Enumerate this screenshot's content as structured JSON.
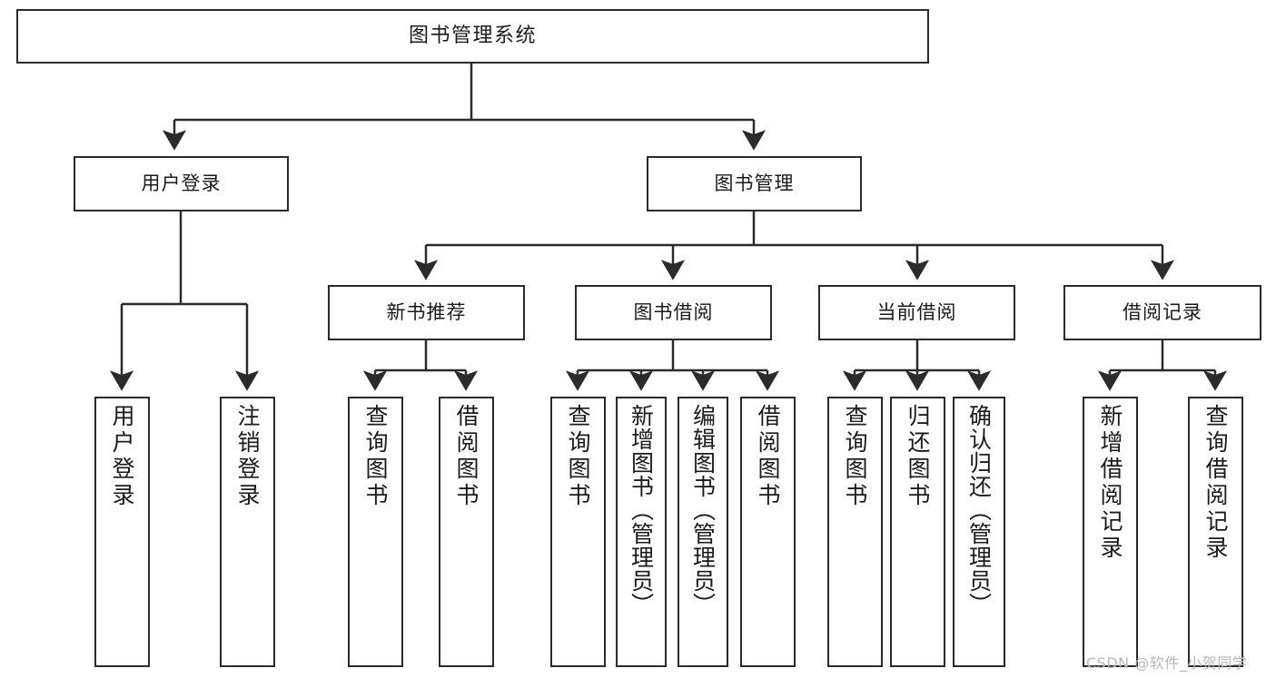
{
  "diagram": {
    "type": "tree",
    "title": "图书管理系统",
    "orientation": "top-down",
    "colors": {
      "box_border": "#2b2b2b",
      "box_fill": "#ffffff",
      "connector": "#2b2b2b",
      "text": "#1b1b1b",
      "watermark": "#b8b8b8"
    }
  },
  "root": {
    "label": "图书管理系统"
  },
  "level1": [
    {
      "label": "用户登录"
    },
    {
      "label": "图书管理"
    }
  ],
  "level2": [
    {
      "label": "新书推荐"
    },
    {
      "label": "图书借阅"
    },
    {
      "label": "当前借阅"
    },
    {
      "label": "借阅记录"
    }
  ],
  "leaves": {
    "user_login": [
      {
        "label": "用户登录"
      },
      {
        "label": "注销登录"
      }
    ],
    "new_book_recommend": [
      {
        "label": "查询图书"
      },
      {
        "label": "借阅图书"
      }
    ],
    "book_borrow": [
      {
        "label": "查询图书"
      },
      {
        "label": "新增图书（管理员）"
      },
      {
        "label": "编辑图书（管理员）"
      },
      {
        "label": "借阅图书"
      }
    ],
    "current_borrow": [
      {
        "label": "查询图书"
      },
      {
        "label": "归还图书"
      },
      {
        "label": "确认归还（管理员）"
      }
    ],
    "borrow_record": [
      {
        "label": "新增借阅记录"
      },
      {
        "label": "查询借阅记录"
      }
    ]
  },
  "watermark": {
    "text": "CSDN @软件_小贺同学"
  }
}
